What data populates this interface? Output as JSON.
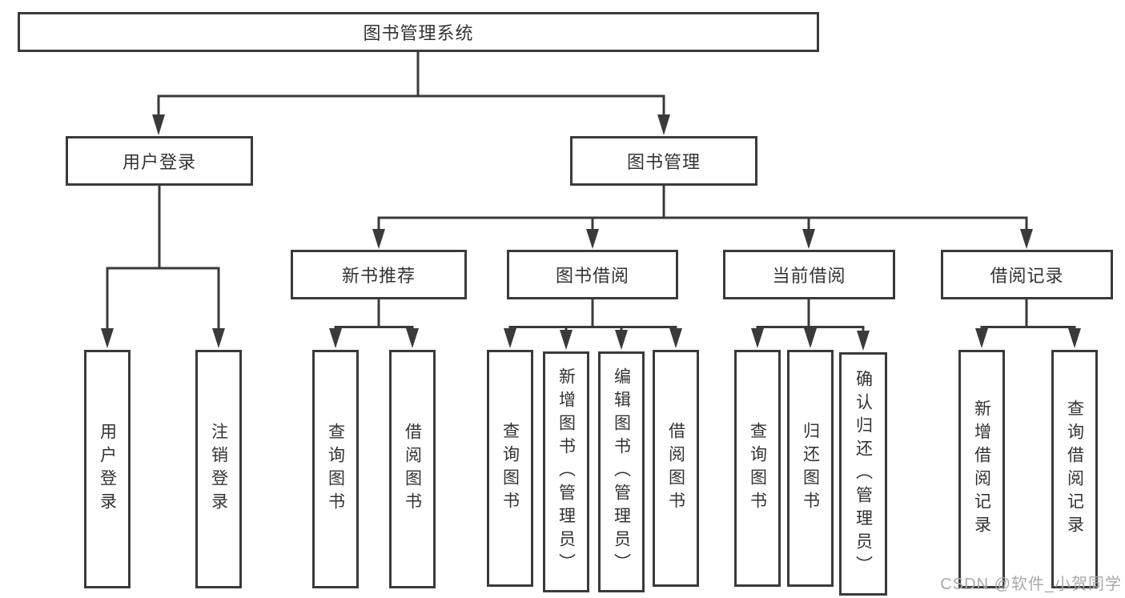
{
  "title": {
    "root": "图书管理系统"
  },
  "level2": {
    "user_login": "用户登录",
    "book_mgmt": "图书管理"
  },
  "level3": {
    "new_books": "新书推荐",
    "book_borrow": "图书借阅",
    "current_borrow": "当前借阅",
    "borrow_record": "借阅记录"
  },
  "leaves": {
    "user_login": [
      "用户登录",
      "注销登录"
    ],
    "new_books": [
      "查询图书",
      "借阅图书"
    ],
    "book_borrow": [
      "查询图书",
      "新增图书（管理员）",
      "编辑图书（管理员）",
      "借阅图书"
    ],
    "current_borrow": [
      "查询图书",
      "归还图书",
      "确认归还（管理员）"
    ],
    "borrow_record": [
      "新增借阅记录",
      "查询借阅记录"
    ]
  },
  "watermark": "CSDN @软件_小贺同学",
  "colors": {
    "line": "#3a3a3a",
    "text": "#333333",
    "box_background": "#ffffff",
    "page_background": "#ffffff",
    "watermark": "#a9a9a9"
  }
}
